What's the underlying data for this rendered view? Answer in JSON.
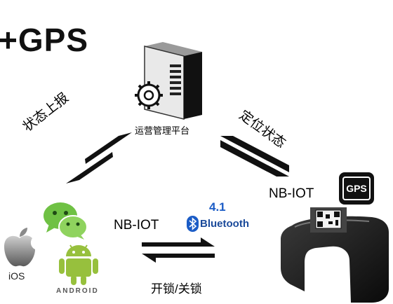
{
  "title": "+GPS",
  "server": {
    "label": "运营管理平台"
  },
  "links": {
    "status_report": "状态上报",
    "location_status": "定位状态",
    "nbiot_right": "NB-IOT",
    "nbiot_bottom": "NB-IOT",
    "unlock_lock": "开锁/关锁"
  },
  "bluetooth": {
    "version": "4.1",
    "name": "Bluetooth"
  },
  "apps": {
    "ios_label": "iOS",
    "android_label": "ANDROID"
  },
  "gps_badge": "GPS",
  "colors": {
    "bluetooth_blue": "#1b5cc6",
    "android_green": "#97c03d",
    "wechat_green": "#6fc144"
  }
}
